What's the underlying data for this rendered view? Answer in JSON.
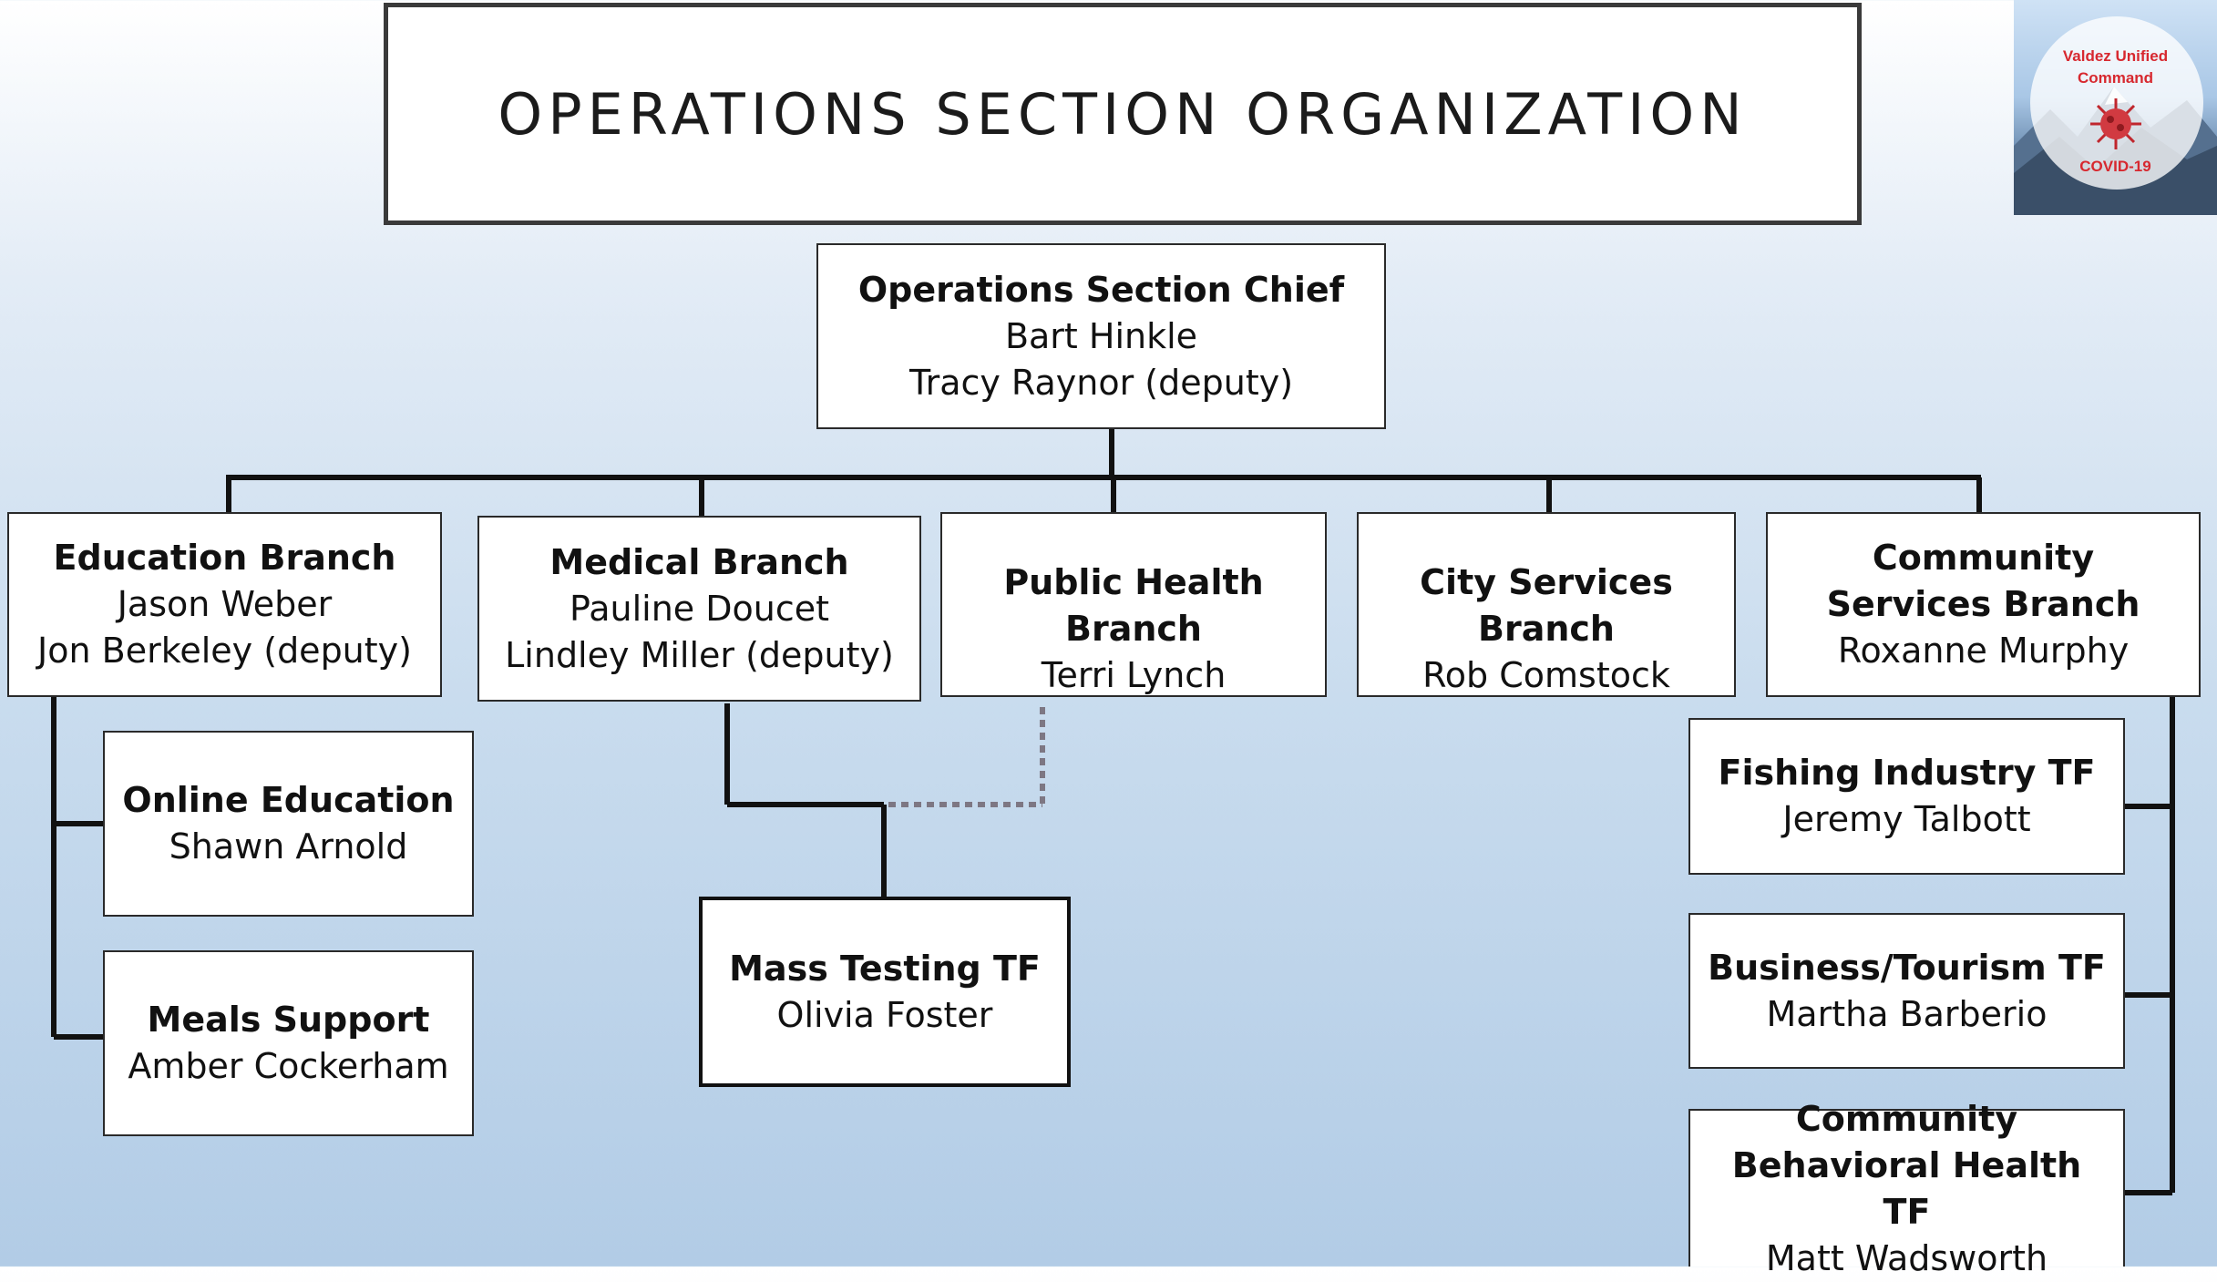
{
  "title": "OPERATIONS SECTION ORGANIZATION",
  "logo": {
    "line1": "Valdez Unified",
    "line2": "Command",
    "line3": "COVID-19"
  },
  "chief": {
    "title": "Operations Section Chief",
    "names": [
      "Bart Hinkle",
      "Tracy Raynor (deputy)"
    ]
  },
  "branches": [
    {
      "title": "Education Branch",
      "names": [
        "Jason Weber",
        "Jon Berkeley (deputy)"
      ]
    },
    {
      "title": "Medical Branch",
      "names": [
        "Pauline Doucet",
        "Lindley Miller (deputy)"
      ]
    },
    {
      "title": "Public Health Branch",
      "names": [
        "Terri Lynch"
      ]
    },
    {
      "title": "City Services Branch",
      "names": [
        "Rob Comstock"
      ]
    },
    {
      "title": "Community Services Branch",
      "names": [
        "Roxanne Murphy"
      ]
    }
  ],
  "education_units": [
    {
      "title": "Online Education",
      "names": [
        "Shawn Arnold"
      ]
    },
    {
      "title": "Meals Support",
      "names": [
        "Amber Cockerham"
      ]
    }
  ],
  "medical_units": [
    {
      "title": "Mass Testing TF",
      "names": [
        "Olivia Foster"
      ]
    }
  ],
  "community_units": [
    {
      "title": "Fishing Industry TF",
      "names": [
        "Jeremy Talbott"
      ]
    },
    {
      "title": "Business/Tourism TF",
      "names": [
        "Martha Barberio"
      ]
    },
    {
      "title": "Community Behavioral Health TF",
      "names": [
        "Matt Wadsworth"
      ]
    }
  ],
  "colors": {
    "line": "#111111",
    "dotted_line": "#7d7783",
    "logo_text": "#d7282f"
  }
}
